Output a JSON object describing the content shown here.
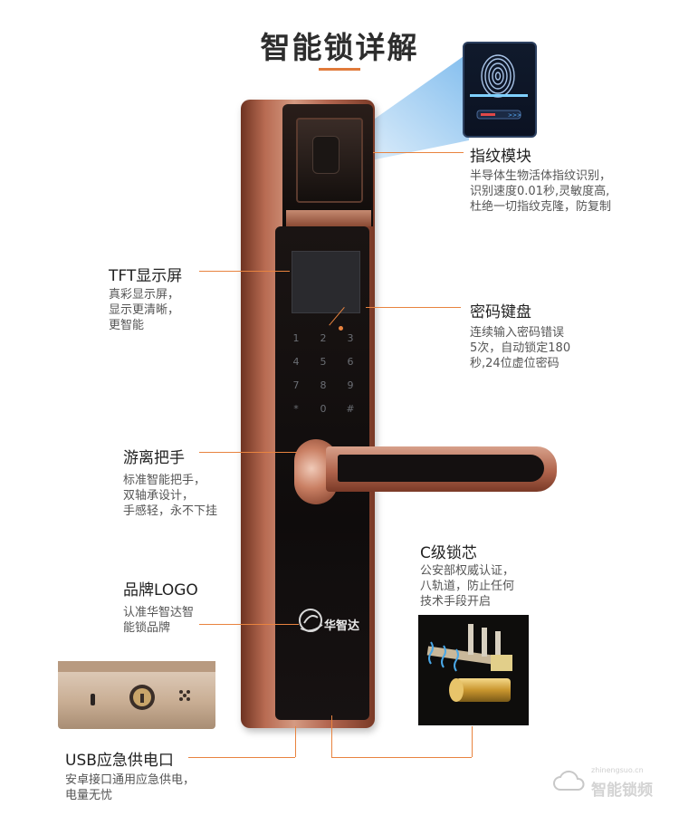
{
  "title": "智能锁详解",
  "features": {
    "fingerprint": {
      "title": "指纹模块",
      "desc": "半导体生物活体指纹识别，\n识别速度0.01秒,灵敏度高,\n杜绝一切指纹克隆，防复制"
    },
    "display": {
      "title": "TFT显示屏",
      "desc": "真彩显示屏，\n显示更清晰，\n更智能"
    },
    "keypad": {
      "title": "密码键盘",
      "desc": "连续输入密码错误\n5次，自动锁定180\n秒,24位虚位密码"
    },
    "handle": {
      "title": "游离把手",
      "desc": "标准智能把手，\n双轴承设计，\n手感轻，永不下挂"
    },
    "cylinder": {
      "title": "C级锁芯",
      "desc": "公安部权威认证，\n八轨道，防止任何\n技术手段开启"
    },
    "logo": {
      "title": "品牌LOGO",
      "desc": "认准华智达智\n能锁品牌"
    },
    "usb": {
      "title": "USB应急供电口",
      "desc": "安卓接口通用应急供电，\n电量无忧"
    }
  },
  "brand_text": "华智达",
  "keypad_keys": [
    "1",
    "2",
    "3",
    "4",
    "5",
    "6",
    "7",
    "8",
    "9",
    "*",
    "0",
    "#"
  ],
  "watermark": {
    "small": "zhinengsuo.cn",
    "text": "智能锁频"
  },
  "colors": {
    "accent": "#e8833f",
    "lock_copper": "#b86b52",
    "panel": "#111"
  }
}
